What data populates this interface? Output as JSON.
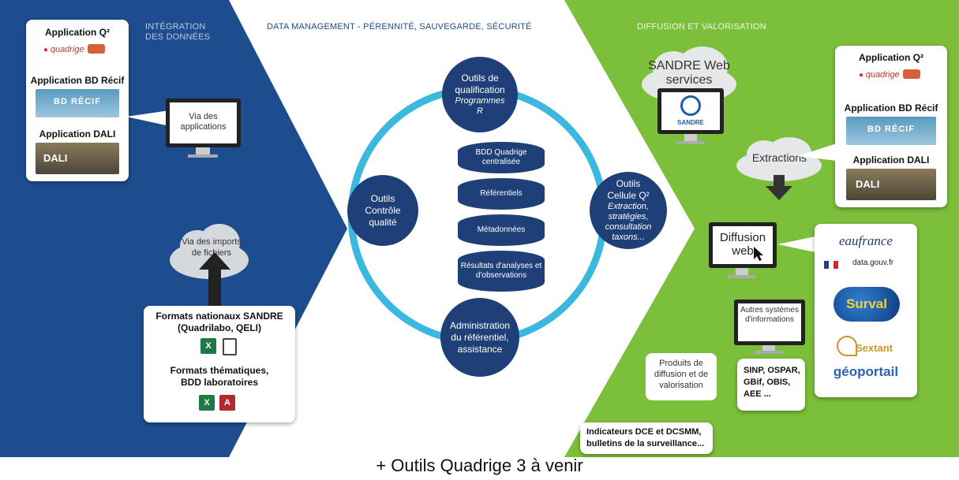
{
  "sections": {
    "left_title": "INTÉGRATION DES DONNÉES",
    "center_title": "DATA MANAGEMENT - PÉRENNITÉ, SAUVEGARDE, SÉCURITÉ",
    "right_title": "DIFFUSION ET VALORISATION"
  },
  "left_apps": {
    "app1": "Application Q²",
    "app1_logo": "quadrige",
    "app2": "Application BD Récif",
    "app2_logo": "BD RÉCIF",
    "app3": "Application DALI",
    "app3_logo": "DALI"
  },
  "via_applications": "Via des applications",
  "via_imports": "Via des imports de fichiers",
  "formats_card": {
    "line1": "Formats nationaux SANDRE",
    "line2": "(Quadrilabo, QELI)",
    "line3": "Formats thématiques,",
    "line4": "BDD laboratoires"
  },
  "circles": {
    "top_title": "Outils de qualification",
    "top_sub": "Programmes R",
    "left": "Outils Contrôle qualité",
    "right_title": "Outils Cellule Q²",
    "right_sub": "Extraction, stratégies, consultation taxons...",
    "bottom": "Administration du référentiel, assistance"
  },
  "database": {
    "seg1": "BDD Quadrige centralisée",
    "seg2": "Référentiels",
    "seg3": "Métadonnées",
    "seg4": "Résultats d'analyses et d'observations"
  },
  "right": {
    "sandre_cloud": "SANDRE Web services",
    "sandre_logo": "SANDRE",
    "extractions": "Extractions",
    "diffusion_web": "Diffusion web",
    "autres": "Autres systèmes d'informations",
    "produits": "Produits de diffusion et de valorisation",
    "sinp": "SINP, OSPAR, GBif, OBIS, AEE ...",
    "indicateurs": "Indicateurs DCE et DCSMM, bulletins de la surveillance...",
    "app1": "Application Q²",
    "app1_logo": "quadrige",
    "app2": "Application BD Récif",
    "app2_logo": "BD RÉCIF",
    "app3": "Application DALI",
    "app3_logo": "DALI"
  },
  "partners": {
    "eaufrance": "eaufrance",
    "datagouv": "data.gouv.fr",
    "surval": "Surval",
    "sextant": "Sextant",
    "geoportail": "géoportail"
  },
  "footer": "+ Outils Quadrige 3 à venir",
  "colors": {
    "blue": "#1e4d8f",
    "green": "#7cbf3a",
    "ring": "#3ab8e0",
    "circle": "#1e3f78"
  }
}
